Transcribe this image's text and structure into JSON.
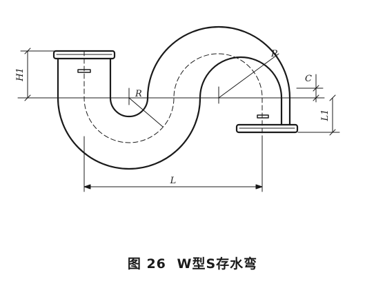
{
  "figure": {
    "labels": {
      "h1": "H1",
      "l1": "L1",
      "c": "C",
      "l": "L",
      "r_left": "R",
      "r_right": "R"
    }
  },
  "caption": {
    "number": "图 26",
    "title": "W型S存水弯"
  }
}
